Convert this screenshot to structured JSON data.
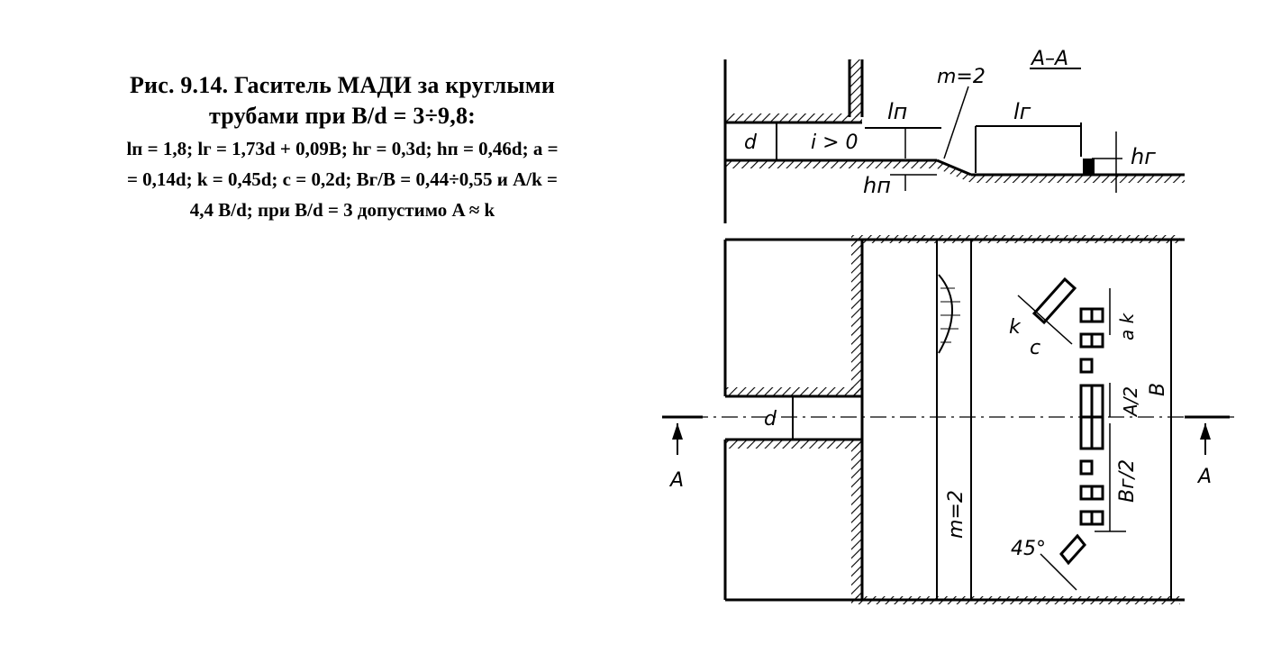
{
  "caption": {
    "title_line1": "Рис. 9.14. Гаситель МАДИ за круглыми",
    "title_line2": "трубами при B/d = 3÷9,8:",
    "formula_line1": "lп = 1,8; lг = 1,73d + 0,09B; hг = 0,3d; hп = 0,46d; a =",
    "formula_line2": "= 0,14d; k = 0,45d; c = 0,2d; Bг/B = 0,44÷0,55 и A/k =",
    "formula_line3": "4,4 B/d; при B/d = 3 допустимо  A ≈ k"
  },
  "drawing": {
    "section_title": "A–A",
    "slope_label": "m=2",
    "slope_label_plan": "m=2",
    "label_d_section": "d",
    "label_d_plan": "d",
    "label_i": "i > 0",
    "label_ln": "lп",
    "label_lg": "lг",
    "label_hn": "hп",
    "label_hg": "hг",
    "label_a_k": "a k",
    "label_k": "k",
    "label_c": "c",
    "label_A2": "A/2",
    "label_B": "B",
    "label_Bg2": "Bг/2",
    "label_angle": "45°",
    "label_A_left": "A",
    "label_A_right": "A"
  }
}
